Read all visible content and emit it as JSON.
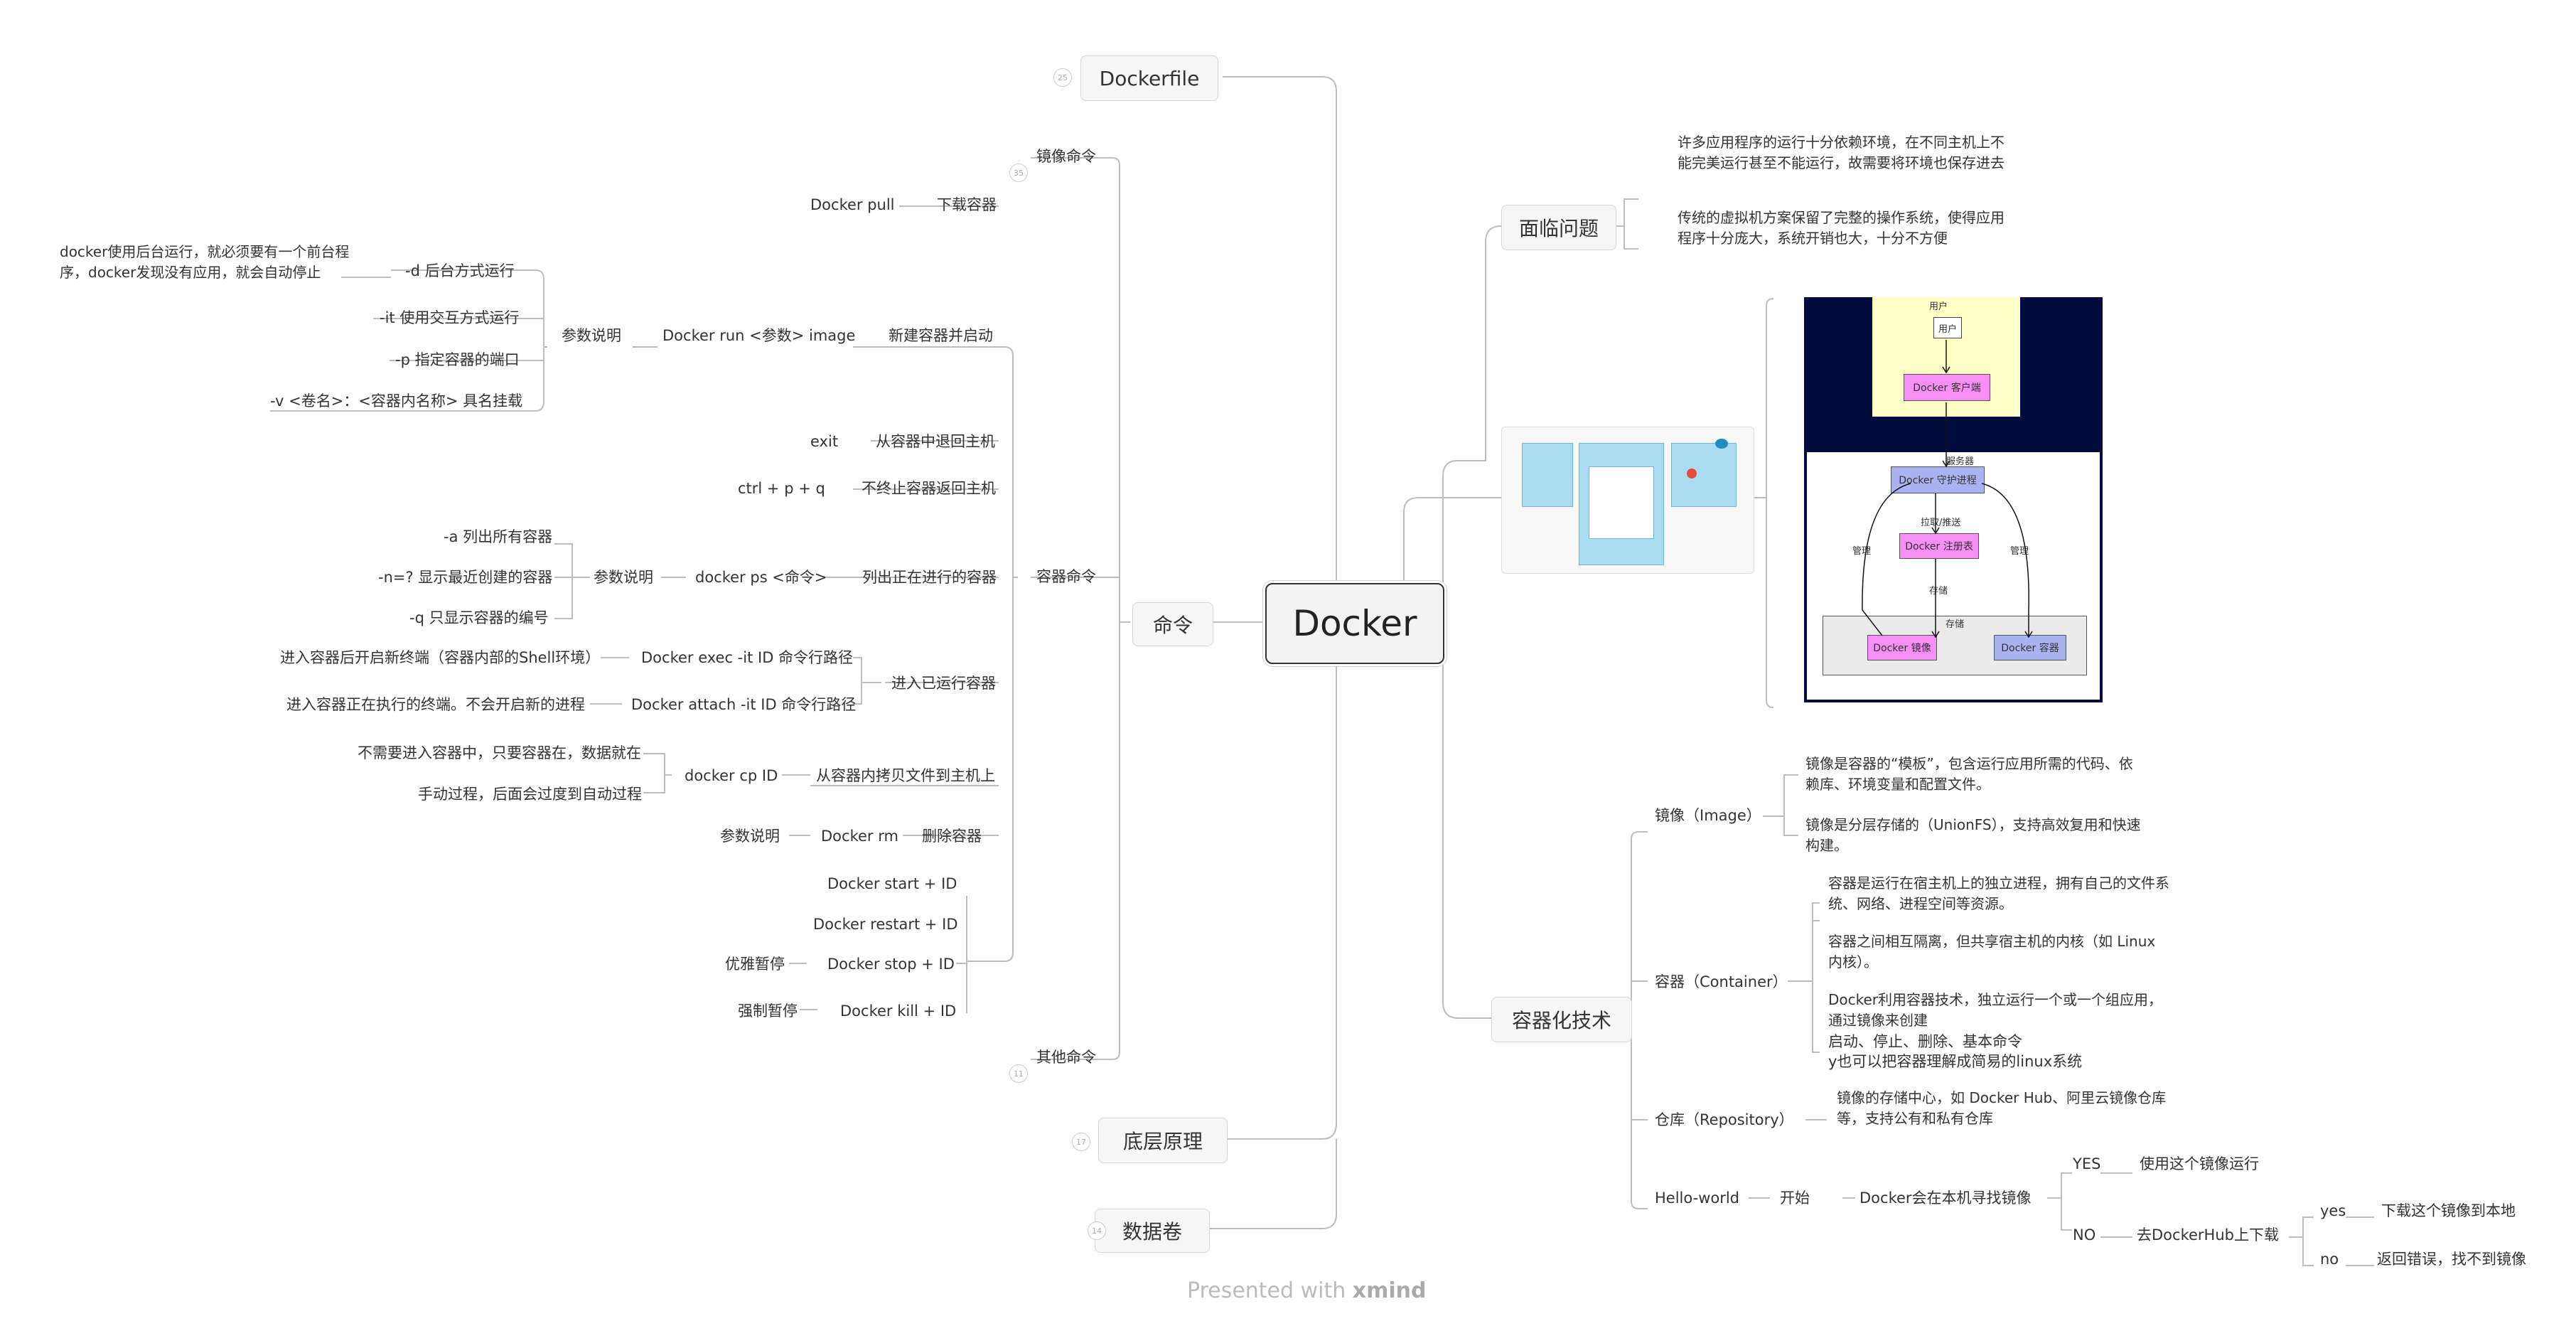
{
  "root": "Docker",
  "branches": {
    "dockerfile": {
      "label": "Dockerfile",
      "badge": "25"
    },
    "commands": {
      "label": "命令"
    },
    "underlying": {
      "label": "底层原理",
      "badge": "17"
    },
    "volume": {
      "label": "数据卷",
      "badge": "14"
    },
    "problems": {
      "label": "面临问题"
    },
    "container_tech": {
      "label": "容器化技术"
    }
  },
  "commands": {
    "image_cmds": {
      "label": "镜像命令",
      "badge": "35"
    },
    "container_cmds": {
      "label": "容器命令"
    },
    "other_cmds": {
      "label": "其他命令",
      "badge": "11"
    },
    "pull": {
      "label": "下载容器",
      "cmd": "Docker pull"
    },
    "run": {
      "label": "新建容器并启动",
      "cmd": "Docker run <参数> image",
      "params": "参数说明",
      "d": "-d  后台方式运行",
      "d_note": "docker使用后台运行，就必须要有一个前台程序，docker发现没有应用，就会自动停止",
      "it": "-it 使用交互方式运行",
      "p": "-p 指定容器的端口",
      "v": "-v <卷名>：<容器内名称>  具名挂载"
    },
    "exit": {
      "label": "从容器中退回主机",
      "cmd": "exit"
    },
    "ctrl": {
      "label": "不终止容器返回主机",
      "cmd": "ctrl + p + q"
    },
    "ps": {
      "label": "列出正在进行的容器",
      "cmd": "docker ps <命令>",
      "params": "参数说明",
      "a": "-a 列出所有容器",
      "n": "-n=? 显示最近创建的容器",
      "q": "-q 只显示容器的编号"
    },
    "enter": {
      "label": "进入已运行容器",
      "exec": "Docker exec -it ID 命令行路径",
      "exec_note": "进入容器后开启新终端（容器内部的Shell环境）",
      "attach": "Docker attach -it ID 命令行路径",
      "attach_note": "进入容器正在执行的终端。不会开启新的进程"
    },
    "cp": {
      "label": "从容器内拷贝文件到主机上",
      "cmd": "docker cp ID",
      "note1": "不需要进入容器中，只要容器在，数据就在",
      "note2": "手动过程，后面会过度到自动过程"
    },
    "rm": {
      "label": "删除容器",
      "cmd": "Docker rm",
      "params": "参数说明"
    },
    "start": "Docker start + ID",
    "restart": "Docker restart + ID",
    "stop": "Docker stop + ID",
    "stop_note": "优雅暂停",
    "kill": "Docker kill + ID",
    "kill_note": "强制暂停"
  },
  "problems": {
    "p1": "许多应用程序的运行十分依赖环境，在不同主机上不能完美运行甚至不能运行，故需要将环境也保存进去",
    "p2": "传统的虚拟机方案保留了完整的操作系统，使得应用程序十分庞大，系统开销也大，十分不方便"
  },
  "diagram": {
    "user_box": "用户",
    "user": "用户",
    "client": "Docker 客户端",
    "server": "服务器",
    "daemon": "Docker 守护进程",
    "pull_push": "拉取/推送",
    "registry": "Docker 注册表",
    "manage_left": "管理",
    "manage_right": "管理",
    "store_label": "存储",
    "store_box": "存储",
    "image": "Docker 镜像",
    "container": "Docker 容器",
    "colors": {
      "navy": "#020d3d",
      "user_bg": "#ffffc8",
      "pink": "#f78ff7",
      "blue": "#aab3f2",
      "store_bg": "#ebebeb"
    }
  },
  "tech": {
    "image": {
      "label": "镜像（Image）",
      "d1": "镜像是容器的“模板”，包含运行应用所需的代码、依赖库、环境变量和配置文件。",
      "d2": "镜像是分层存储的（UnionFS），支持高效复用和快速构建。"
    },
    "container": {
      "label": "容器（Container）",
      "d1": "容器是运行在宿主机上的独立进程，拥有自己的文件系统、网络、进程空间等资源。",
      "d2": "容器之间相互隔离，但共享宿主机的内核（如 Linux 内核）。",
      "d3a": "Docker利用容器技术，独立运行一个或一个组应用，通过镜像来创建",
      "d3b": "启动、停止、删除、基本命令",
      "d3c": "y也可以把容器理解成简易的linux系统"
    },
    "repo": {
      "label": "仓库（Repository）",
      "d1": "镜像的存储中心，如 Docker Hub、阿里云镜像仓库等，支持公有和私有仓库"
    },
    "hello": {
      "label": "Hello-world",
      "start": "开始",
      "find": "Docker会在本机寻找镜像",
      "yes": "YES",
      "yes_act": "使用这个镜像运行",
      "no": "NO",
      "no_act": "去DockerHub上下载",
      "yes2": "yes",
      "yes2_act": "下载这个镜像到本地",
      "no2": "no",
      "no2_act": "返回错误，找不到镜像"
    }
  },
  "footer": {
    "prefix": "Presented with ",
    "brand": "xmind"
  }
}
